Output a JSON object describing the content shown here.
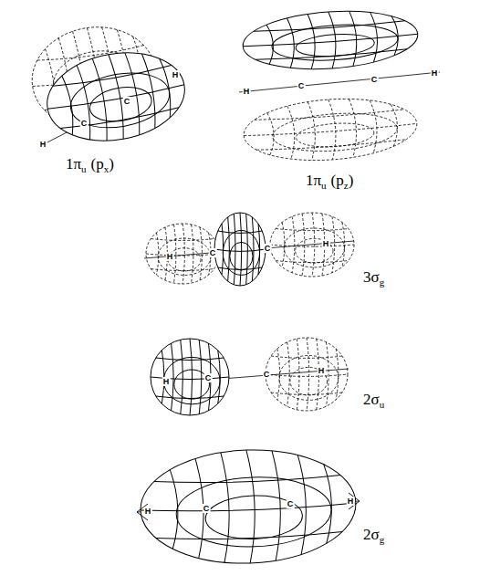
{
  "diagram": {
    "labels": [
      "H",
      "C",
      "C",
      "H",
      "1π",
      "u",
      "(p",
      "x",
      ")",
      "H",
      "C",
      "C",
      "H",
      "1π",
      "u",
      "(p",
      "z",
      ")",
      "H",
      "C",
      "C",
      "H",
      "3σ",
      "g",
      "H",
      "C",
      "C",
      "H",
      "2σ",
      "u",
      "H",
      "C",
      "C",
      "H",
      "2σ",
      "g"
    ]
  }
}
